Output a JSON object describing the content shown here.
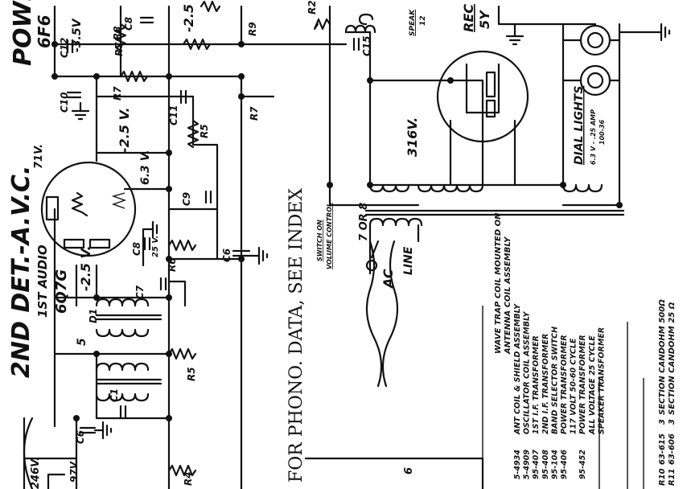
{
  "labels": {
    "power": "POWE",
    "power_tube": "6F6",
    "det": "2ND DET.-A.V.C.",
    "audio": "1ST AUDIO",
    "audio_tube": "6Q7G",
    "audio_num": "5",
    "v_neg35": "-3.5V",
    "v_neg25a": "-2.5 V.",
    "v_neg25b": "-2.5 V.",
    "v_71": "71V.",
    "v_63": "6.3 V.",
    "v_25": "25 V.",
    "v_246": "246V.",
    "v_97": "97V.",
    "v_316": "316V.",
    "phono": "FOR PHONO. DATA, SEE INDEX",
    "rec": "REC",
    "rec_tube": "5Y",
    "speaker": "SPEAK",
    "speaker_num": "12",
    "dial_lights": "DIAL LIGHTS",
    "dial_spec": "6.3 V - .25 AMP",
    "dial_part": "100-36",
    "ac_line": "AC LINE",
    "seven_or_eight": "7 OR 8",
    "switch_on": "SWITCH ON",
    "volume_control": "VOLUME CONTROL",
    "six": "6"
  },
  "components": {
    "c12": "C12",
    "r8a": "R8",
    "c8a": "C8",
    "r7a": "R7",
    "r9": "R9",
    "c10": "C10",
    "r7b": "R7",
    "c11": "C11",
    "r5a": "R5",
    "r7c": "R7",
    "c15": "C15",
    "c9": "C9",
    "c8b": "C8",
    "c7": "C7",
    "r6": "R6",
    "c6a": "C6",
    "c6b": "C6",
    "c1": "C1",
    "d1": "D1",
    "r5b": "R5",
    "r4": "R4",
    "r2": "R2"
  },
  "legend": {
    "wave_trap": "WAVE TRAP COIL MOUNTED ON",
    "wave_trap_2": "ANTENNA COIL ASSEMBLY",
    "parts": [
      {
        "num": "5-4934",
        "desc": "ANT COIL & SHIELD ASSEMBLY"
      },
      {
        "num": "5-4909",
        "desc": "OSCILLATOR COIL ASSEMBLY"
      },
      {
        "num": "95-407",
        "desc": "1ST I.F. TRANSFORMER"
      },
      {
        "num": "95-408",
        "desc": "2ND I.F. TRANSFORMER"
      },
      {
        "num": "95-104",
        "desc": "BAND SELECTOR SWITCH"
      },
      {
        "num": "95-406",
        "desc": "POWER TRANSFORMER"
      },
      {
        "num": "",
        "desc": "117 VOLT 50-60 CYCLE"
      },
      {
        "num": "95-452",
        "desc": "POWER TRANSFORMER"
      },
      {
        "num": "",
        "desc": "ALL VOLTAGE 25 CYCLE"
      },
      {
        "num": "",
        "desc": "SPEAKER TRANSFORMER"
      }
    ],
    "resistors": [
      {
        "ref": "R10",
        "num": "63-615",
        "qty": "3",
        "desc": "SECTION CANDOHM 500Ω"
      },
      {
        "ref": "R11",
        "num": "63-606",
        "qty": "3",
        "desc": "SECTION CANDOHM 25 Ω"
      }
    ]
  }
}
